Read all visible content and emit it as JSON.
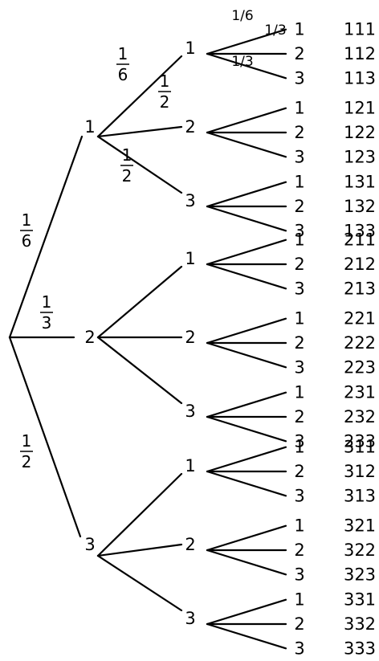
{
  "tree": {
    "level1": {
      "nodes": [
        {
          "label": "1",
          "prob": {
            "num": "1",
            "den": "6"
          }
        },
        {
          "label": "2",
          "prob": {
            "num": "1",
            "den": "3"
          }
        },
        {
          "label": "3",
          "prob": {
            "num": "1",
            "den": "2"
          }
        }
      ]
    },
    "level2": {
      "node_labels": [
        "1",
        "2",
        "3"
      ],
      "probs_on_first_subtree": [
        {
          "num": "1",
          "den": "6"
        },
        {
          "num": "1",
          "den": "2"
        },
        {
          "num": "1",
          "den": "2"
        }
      ]
    },
    "level3": {
      "leaf_labels": [
        "1",
        "2",
        "3"
      ],
      "probs_on_first_subtree": [
        "1/6",
        "1/3",
        "1/3"
      ]
    },
    "outcomes": [
      "111",
      "112",
      "113",
      "121",
      "122",
      "123",
      "131",
      "132",
      "133",
      "211",
      "212",
      "213",
      "221",
      "222",
      "223",
      "231",
      "232",
      "233",
      "311",
      "312",
      "313",
      "321",
      "322",
      "323",
      "331",
      "332",
      "333"
    ]
  }
}
